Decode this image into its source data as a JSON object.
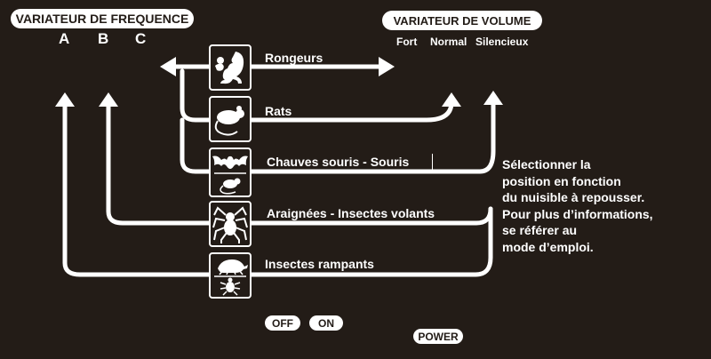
{
  "header": {
    "freq_title": "VARIATEUR DE FREQUENCE",
    "freq_a": "A",
    "freq_b": "B",
    "freq_c": "C",
    "vol_title": "VARIATEUR DE VOLUME",
    "vol_fort": "Fort",
    "vol_normal": "Normal",
    "vol_silencieux": "Silencieux"
  },
  "pests": {
    "rongeurs": "Rongeurs",
    "rats": "Rats",
    "chauves": "Chauves souris - Souris",
    "araignees": "Araignées - Insectes volants",
    "rampants": "Insectes rampants"
  },
  "instructions": [
    "Sélectionner la",
    "position en fonction",
    "du nuisible à repousser.",
    "Pour plus d’informations,",
    "se référer au",
    "mode d’emploi."
  ],
  "controls": {
    "off": "OFF",
    "on": "ON",
    "power": "POWER"
  },
  "colors": {
    "background": "#231c17",
    "foreground": "#ffffff"
  }
}
